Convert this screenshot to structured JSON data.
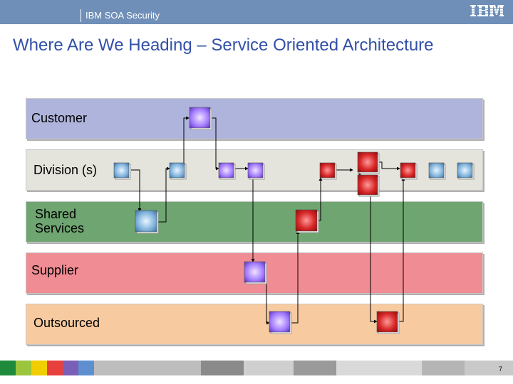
{
  "header": {
    "title": "IBM SOA Security",
    "logo_text": "IBM"
  },
  "slide": {
    "title": "Where Are We Heading – Service Oriented Architecture",
    "page_number": "7"
  },
  "lanes": [
    {
      "label": "Customer",
      "color": "#afb4dc"
    },
    {
      "label": "Division (s)",
      "color": "#e4e4dc"
    },
    {
      "label": "Shared\nServices",
      "color": "#6ea570"
    },
    {
      "label": "Supplier",
      "color": "#ef8c94"
    },
    {
      "label": "Outsourced",
      "color": "#f8caa0"
    }
  ],
  "colors": {
    "service_blue": "#7fb2dc",
    "service_purple": "#a27bff",
    "service_red": "#d82828",
    "connector": "#000000",
    "header": "#6f8fb8",
    "title": "#3250a8"
  },
  "footer": {
    "palette": [
      "#1f8a3c",
      "#9bc53d",
      "#f2cd00",
      "#e8413c",
      "#7a5fb8",
      "#5d8fd0"
    ]
  }
}
